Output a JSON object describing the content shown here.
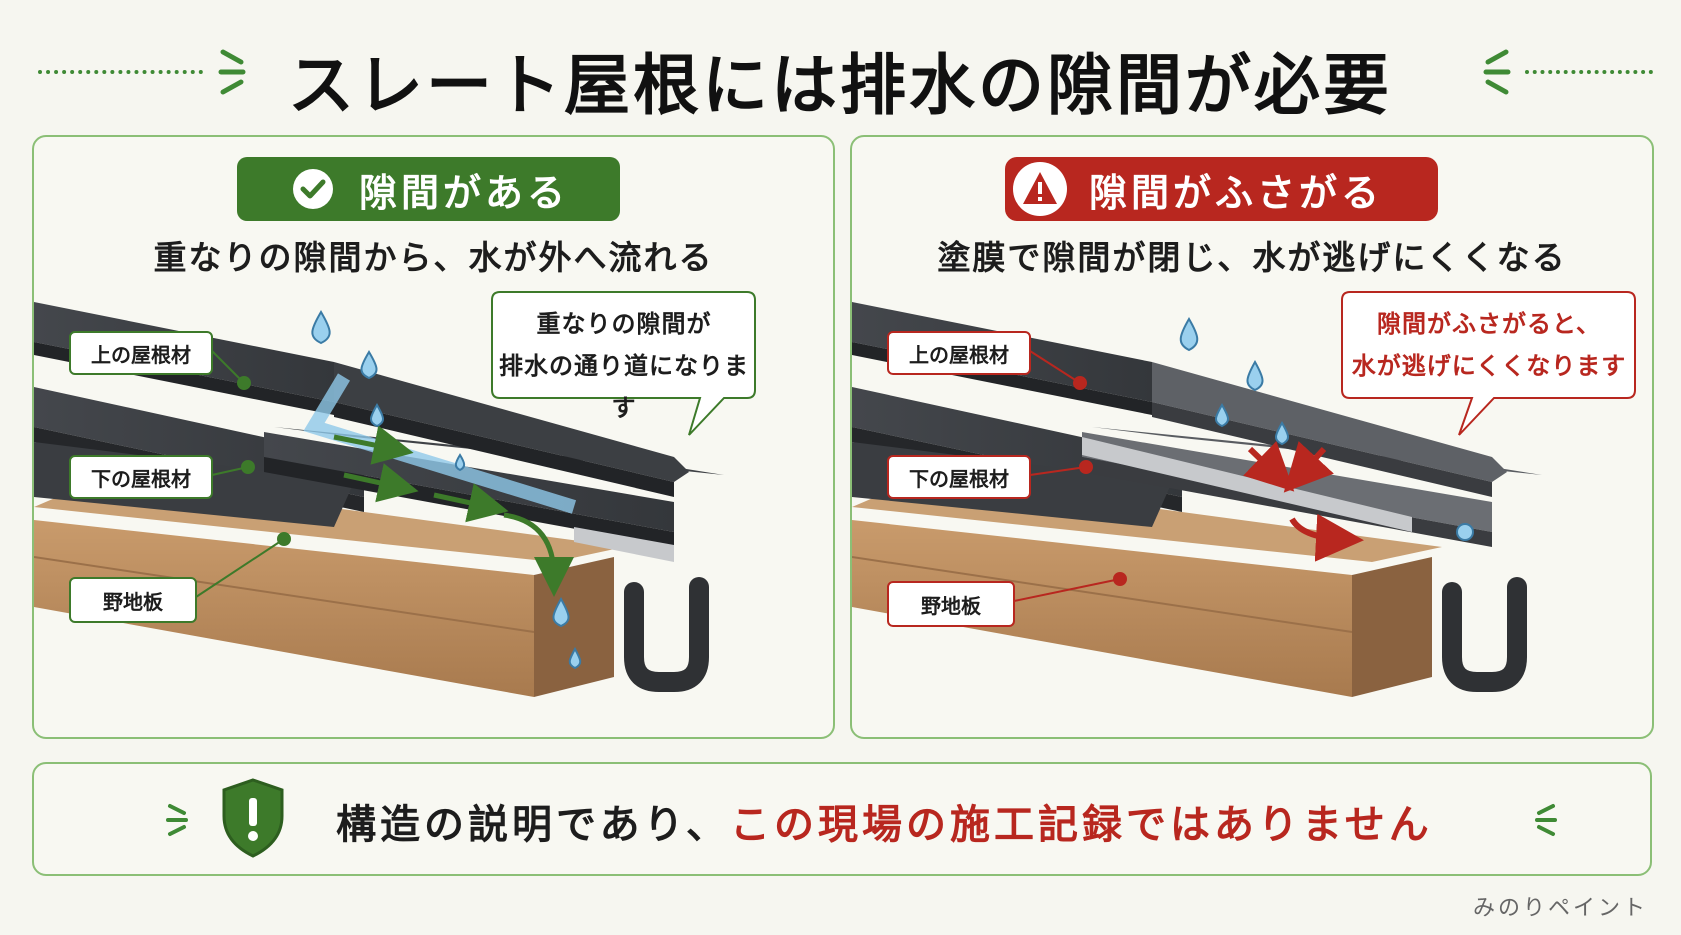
{
  "title": "スレート屋根には排水の隙間が必要",
  "left_panel": {
    "badge": "隙間がある",
    "subtitle": "重なりの隙間から、水が外へ流れる",
    "callout_line1": "重なりの隙間が",
    "callout_line2": "排水の通り道になります",
    "label_upper": "上の屋根材",
    "label_lower": "下の屋根材",
    "label_board": "野地板"
  },
  "right_panel": {
    "badge": "隙間がふさがる",
    "subtitle": "塗膜で隙間が閉じ、水が逃げにくくなる",
    "callout_line1": "隙間がふさがると、",
    "callout_line2": "水が逃げにくくなります",
    "label_upper": "上の屋根材",
    "label_lower": "下の屋根材",
    "label_board": "野地板"
  },
  "footer": {
    "text_normal": "構造の説明であり、",
    "text_emphasis": "この現場の施工記録ではありません"
  },
  "brand": "みのりペイント",
  "colors": {
    "good": "#3d7a2a",
    "bad": "#b8271f",
    "water": "#8ec8e8",
    "slate": "#3b3e42",
    "wood": "#b4875c"
  },
  "icons": {
    "good_badge": "check-circle-icon",
    "bad_badge": "warning-triangle-icon",
    "footer": "shield-exclamation-icon"
  }
}
